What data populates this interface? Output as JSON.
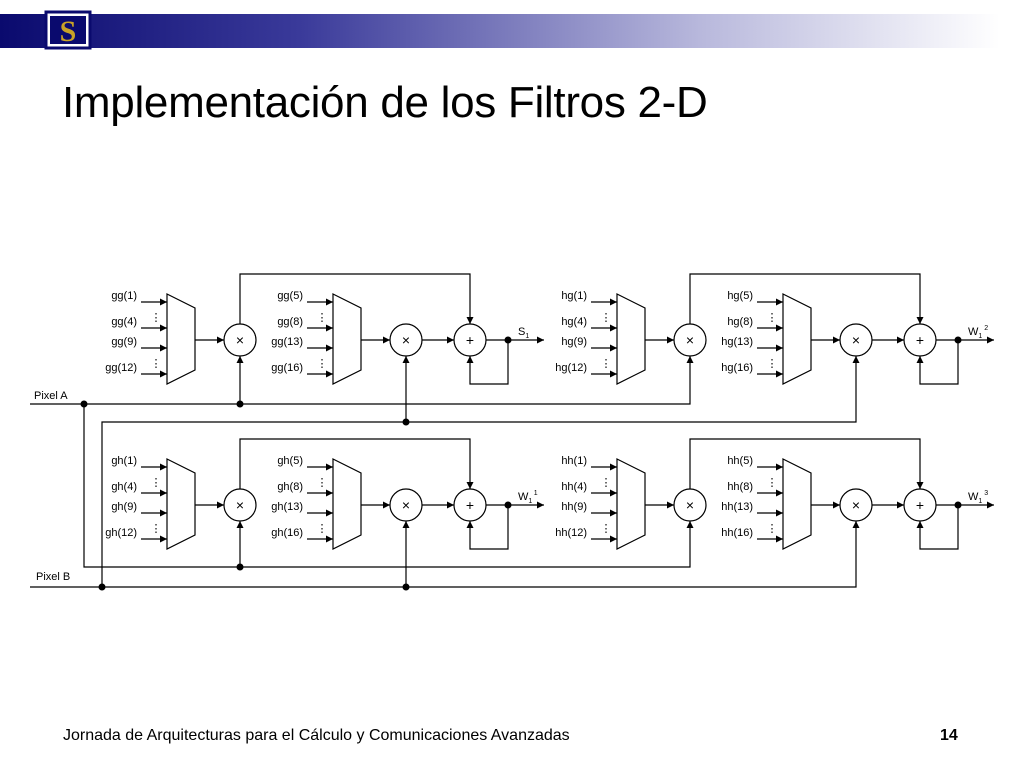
{
  "title": "Implementación de los Filtros 2-D",
  "footer": "Jornada de Arquitecturas para el Cálculo y Comunicaciones Avanzadas",
  "page_number": "14",
  "logo_text": "S",
  "colors": {
    "header_dark": "#0a0a6e",
    "header_light": "#ffffff"
  },
  "diagram": {
    "inputs": [
      "Pixel  A",
      "Pixel B"
    ],
    "modules": [
      {
        "mux1": [
          "gg(1)",
          "gg(4)",
          "gg(9)",
          "gg(12)"
        ],
        "mux2": [
          "gg(5)",
          "gg(8)",
          "gg(13)",
          "gg(16)"
        ],
        "output": "S",
        "output_sub": "1",
        "output_sup": ""
      },
      {
        "mux1": [
          "hg(1)",
          "hg(4)",
          "hg(9)",
          "hg(12)"
        ],
        "mux2": [
          "hg(5)",
          "hg(8)",
          "hg(13)",
          "hg(16)"
        ],
        "output": "W",
        "output_sub": "1",
        "output_sup": "2"
      },
      {
        "mux1": [
          "gh(1)",
          "gh(4)",
          "gh(9)",
          "gh(12)"
        ],
        "mux2": [
          "gh(5)",
          "gh(8)",
          "gh(13)",
          "gh(16)"
        ],
        "output": "W",
        "output_sub": "1",
        "output_sup": "1"
      },
      {
        "mux1": [
          "hh(1)",
          "hh(4)",
          "hh(9)",
          "hh(12)"
        ],
        "mux2": [
          "hh(5)",
          "hh(8)",
          "hh(13)",
          "hh(16)"
        ],
        "output": "W",
        "output_sub": "1",
        "output_sup": "3"
      }
    ],
    "multiply_symbol": "×",
    "add_symbol": "+",
    "ellipsis": "⋮"
  }
}
